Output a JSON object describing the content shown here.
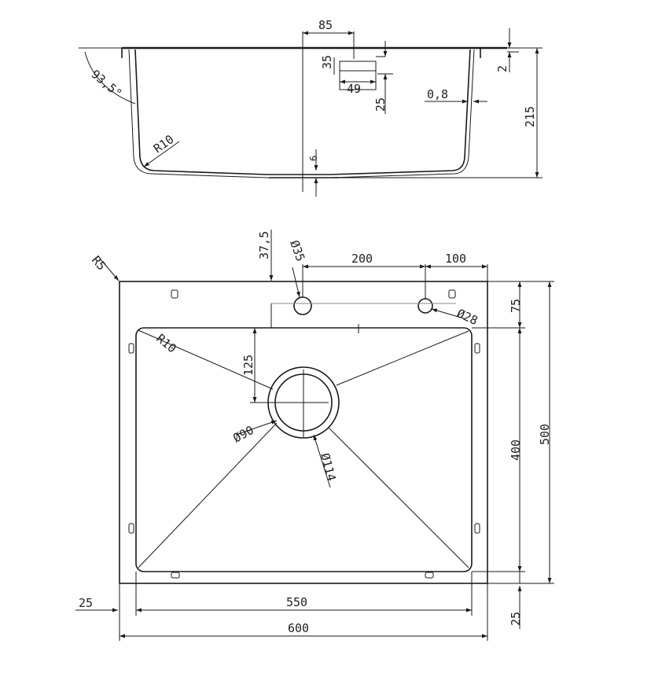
{
  "section_view": {
    "dims": {
      "tap_width": "85",
      "tap_depth": "35",
      "overflow_width": "49",
      "overflow_drop": "25",
      "wall_thickness": "0,8",
      "rim_thickness": "2",
      "bowl_depth": "215",
      "wall_angle": "93,5°",
      "corner_radius": "R10",
      "bottom_slope": "6"
    }
  },
  "plan_view": {
    "dims": {
      "outer_radius": "R5",
      "drain_offset": "37,5",
      "tap_hole_dia": "Ø35",
      "hole_spacing": "200",
      "hole_to_edge": "100",
      "deck_depth": "75",
      "accessory_hole_dia": "Ø28",
      "inner_corner_radius": "R10",
      "drain_to_front": "125",
      "drain_dia": "Ø90",
      "flange_dia": "Ø114",
      "bowl_depth": "400",
      "overall_depth": "500",
      "bowl_width": "550",
      "side_margin": "25",
      "front_margin": "25",
      "overall_width": "600"
    }
  }
}
